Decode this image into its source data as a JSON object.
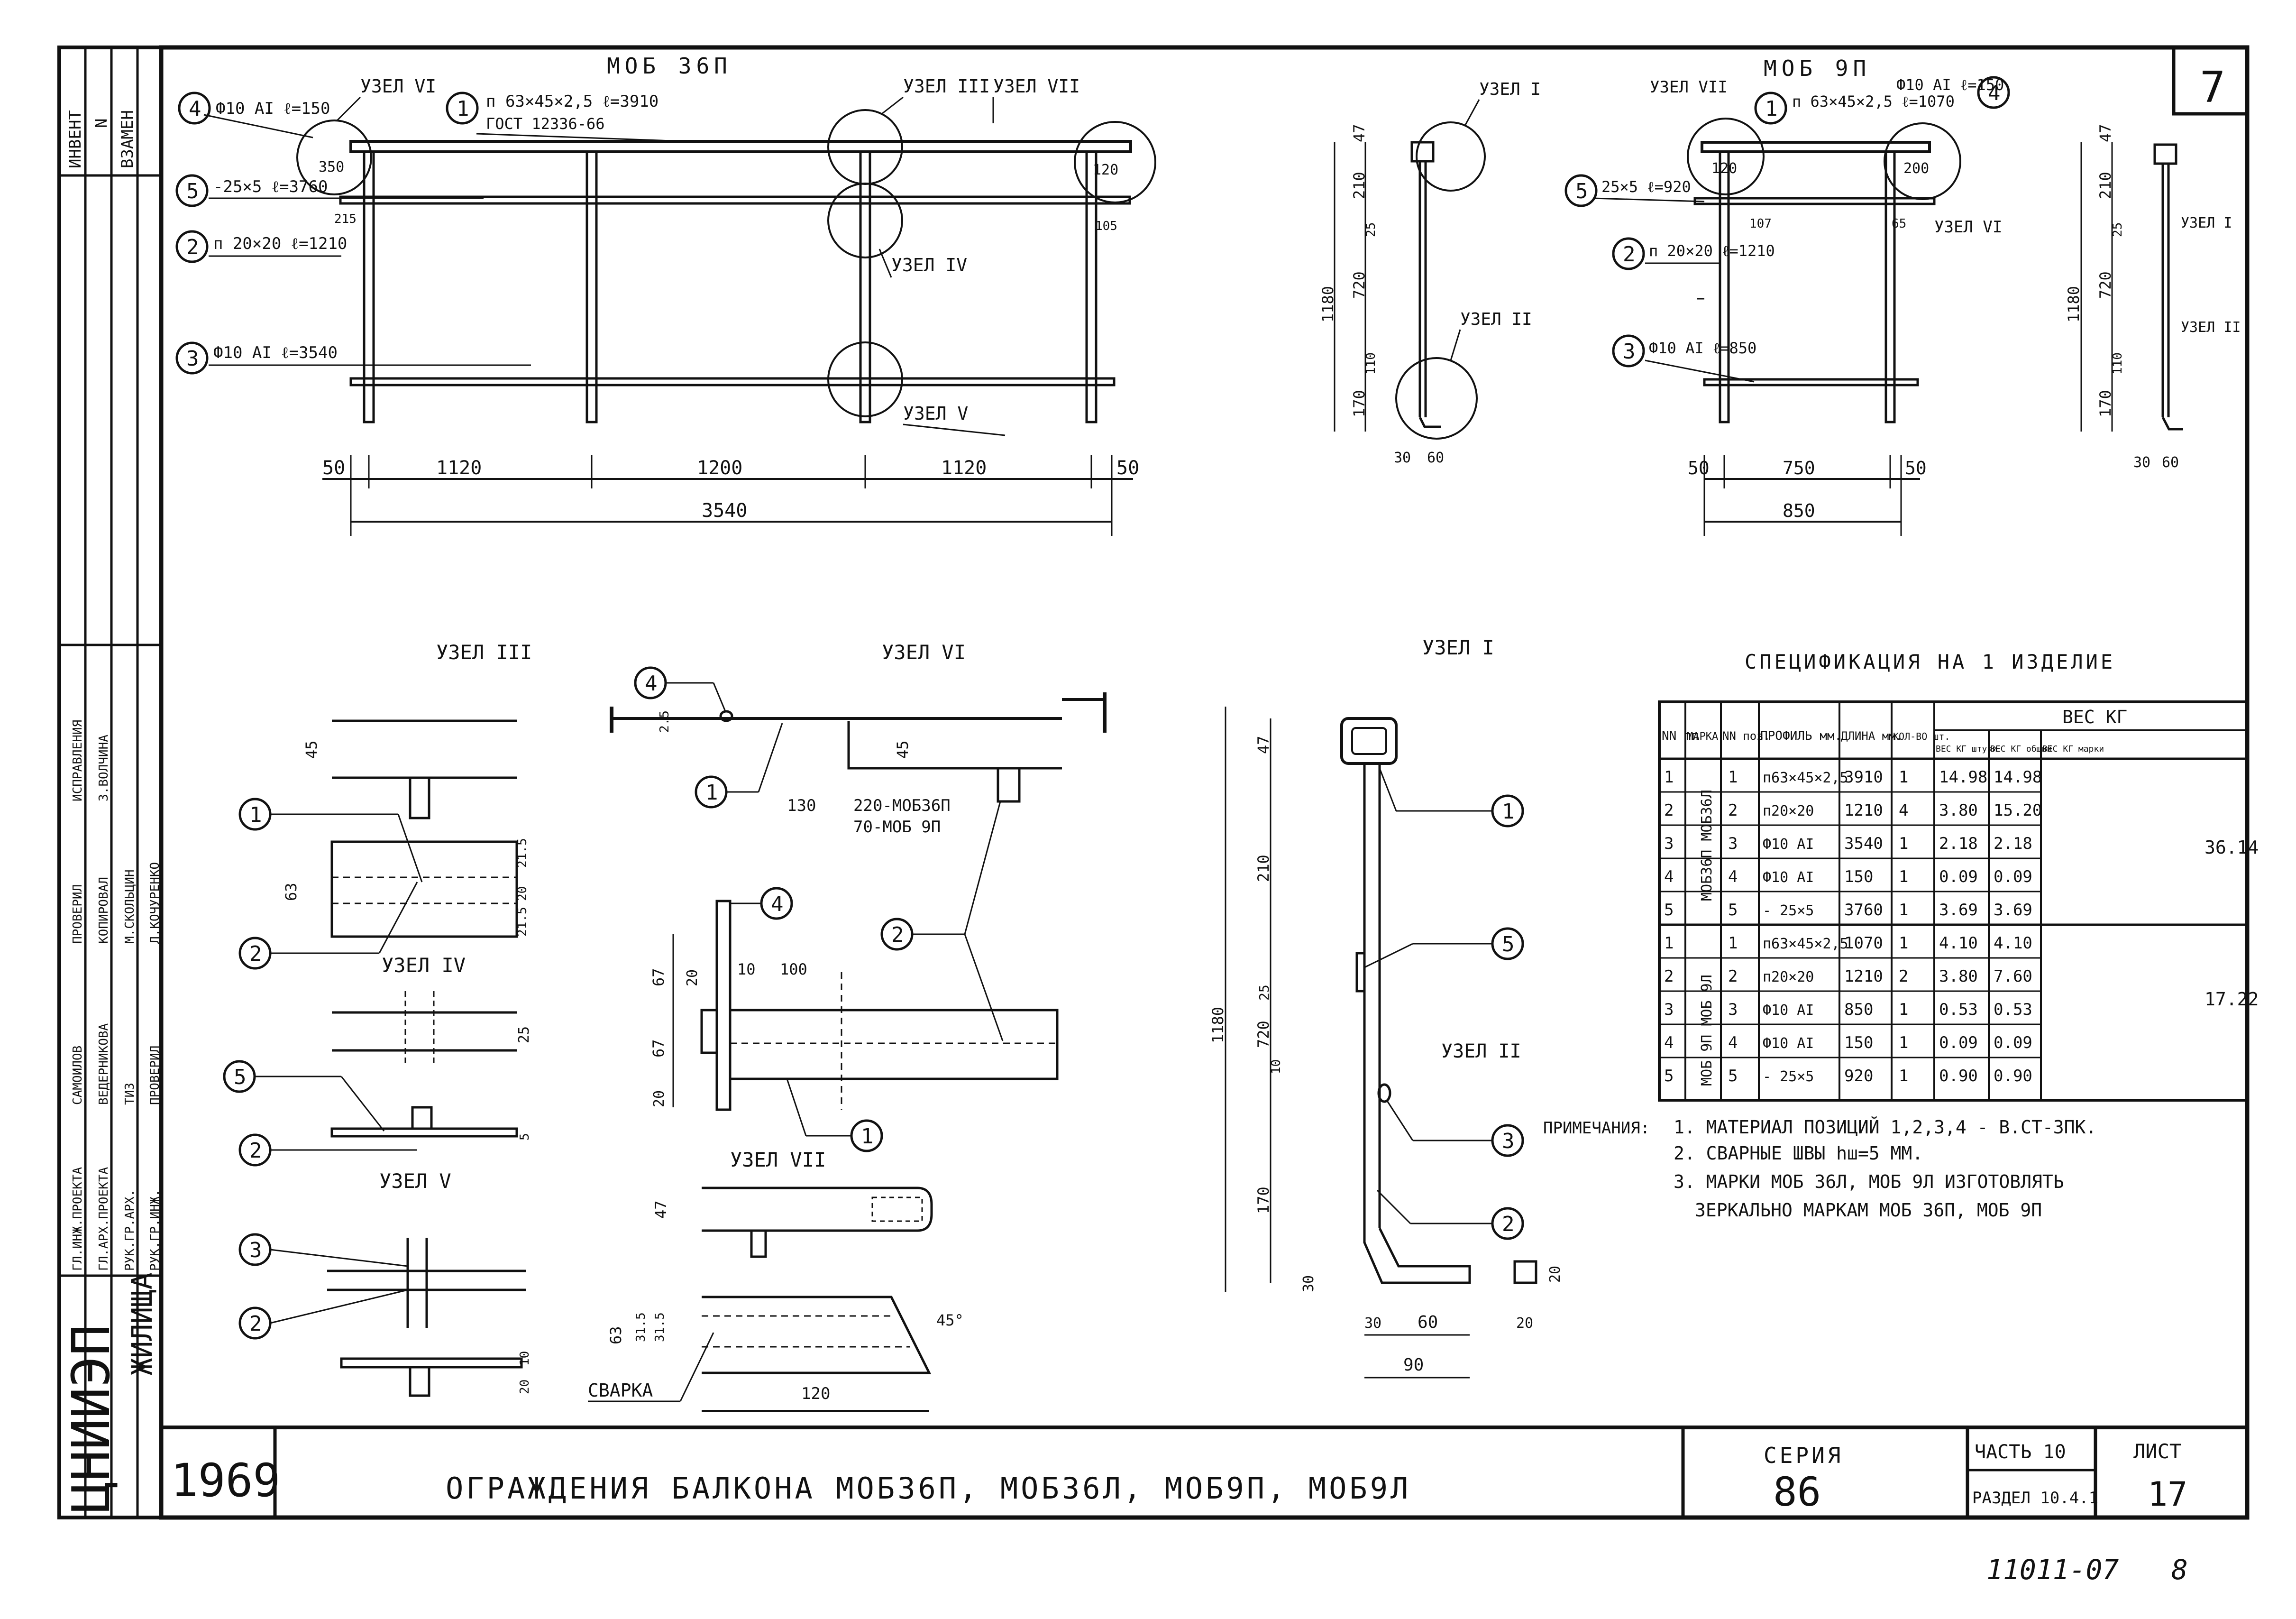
{
  "sheet": {
    "number": "7",
    "year": "1969",
    "title": "ОГРАЖДЕНИЯ  БАЛКОНА МОБ36П, МОБ36Л, МОБ9П, МОБ9Л",
    "series_label": "СЕРИЯ",
    "series_value": "86",
    "part_label": "ЧАСТЬ 10",
    "section_label": "РАЗДЕЛ 10.4.1",
    "list_label": "ЛИСТ",
    "list_value": "17",
    "drawing_code": "11011-07",
    "page_num": "8",
    "org": "ЦНИИЭП",
    "org_sub": "ЖИЛИЩА",
    "left_stamp": [
      "ИНВЕНТ",
      "N",
      "ВЗАМЕН"
    ]
  },
  "signatures": {
    "roles": [
      "ГЛ.ИНЖ.ПРОЕКТА",
      "ГЛ.АРХ.ПРОЕКТА",
      "РУК.ГР.АРХ.",
      "РУК.ГР.ИНЖ."
    ],
    "col2": [
      "САМОИЛОВ",
      "ВЕДЕРНИКОВА",
      "ТИЗ",
      "ПРОВЕРИЛ"
    ],
    "col3": [
      "ПРОВЕРИЛ",
      "КОПИРОВАЛ",
      "М.СКОЛЬЦИН",
      "Л.КОЧУРЕНКО"
    ],
    "col4": [
      "ИСПРАВЛЕНИЯ",
      "З.ВОЛЧИНА",
      "",
      ""
    ]
  },
  "views": {
    "mob36": {
      "title": "МОБ 36П",
      "rail_label": "п 63×45×2,5  ℓ=3910",
      "rail_gost": "ГОСТ 12336-66",
      "pos4_text": "Ф10 АI  ℓ=150",
      "pos5_text": "-25×5  ℓ=3760",
      "pos2_text": "п 20×20  ℓ=1210",
      "pos3_text": "Ф10 АI  ℓ=3540",
      "dim_350": "350",
      "dim_120": "120",
      "dim_215": "215",
      "dim_105": "105",
      "nodes": [
        "УЗЕЛ VI",
        "УЗЕЛ III",
        "УЗЕЛ VII",
        "УЗЕЛ IV",
        "УЗЕЛ V"
      ],
      "dims": [
        "50",
        "1120",
        "1200",
        "1120",
        "50"
      ],
      "overall": "3540"
    },
    "section36": {
      "nodes": [
        "УЗЕЛ I",
        "УЗЕЛ II"
      ],
      "dims": [
        "47",
        "210",
        "25",
        "720",
        "1180",
        "110",
        "170",
        "30",
        "60"
      ]
    },
    "mob9": {
      "title": "МОБ 9П",
      "rail_label": "п 63×45×2,5  ℓ=1070",
      "pos4_text": "Ф10 АI  ℓ=150",
      "pos5_text": "25×5  ℓ=920",
      "pos2_text": "п 20×20  ℓ=1210",
      "pos3_text": "Ф10 АI  ℓ=850",
      "dim_120": "120",
      "dim_200": "200",
      "dim_107": "107",
      "dim_65": "65",
      "nodes": [
        "УЗЕЛ VII",
        "УЗЕЛ VI"
      ],
      "dims": [
        "50",
        "750",
        "50"
      ],
      "overall": "850"
    },
    "section9": {
      "nodes": [
        "УЗЕЛ I",
        "УЗЕЛ II"
      ],
      "dims": [
        "47",
        "210",
        "25",
        "720",
        "1180",
        "110",
        "170",
        "30",
        "60"
      ]
    },
    "node3": {
      "title": "УЗЕЛ III",
      "dims": [
        "45",
        "63",
        "21.5",
        "20",
        "21.5"
      ]
    },
    "node4": {
      "title": "УЗЕЛ IV",
      "dims": [
        "25",
        "5"
      ]
    },
    "node5": {
      "title": "УЗЕЛ V",
      "dims": [
        "10",
        "20"
      ]
    },
    "node6": {
      "title": "УЗЕЛ VI",
      "dims": [
        "2.5",
        "45",
        "130",
        "220-МОБ36П",
        "70-МОБ 9П",
        "20",
        "10",
        "100",
        "67",
        "67",
        "20"
      ]
    },
    "node7": {
      "title": "УЗЕЛ VII",
      "dims": [
        "47",
        "63",
        "31.5",
        "31.5",
        "120",
        "45°"
      ],
      "weld": "СВАРКА"
    },
    "node1": {
      "title": "УЗЕЛ I",
      "node2": "УЗЕЛ II",
      "dims": [
        "47",
        "210",
        "1180",
        "720",
        "25",
        "10",
        "170",
        "30",
        "30",
        "60",
        "90",
        "20",
        "20"
      ]
    }
  },
  "spec": {
    "title": "СПЕЦИФИКАЦИЯ НА 1 ИЗДЕЛИЕ",
    "headers": [
      "NN пп",
      "МАРКА",
      "NN поз.",
      "ПРОФИЛЬ мм.",
      "ДЛИНА мм.",
      "КОЛ-ВО шт.",
      "ВЕС КГ штуки",
      "ВЕС КГ общий",
      "ВЕС КГ марки"
    ],
    "weight_group": "ВЕС КГ",
    "group1_mark": "МОБ36П МОБ36Л",
    "group1_total": "36.14",
    "group2_mark": "МОБ 9П МОБ 9Л",
    "group2_total": "17.22",
    "rows1": [
      [
        "1",
        "1",
        "п63×45×2,5",
        "3910",
        "1",
        "14.98",
        "14.98"
      ],
      [
        "2",
        "2",
        "п20×20",
        "1210",
        "4",
        "3.80",
        "15.20"
      ],
      [
        "3",
        "3",
        "Ф10 АI",
        "3540",
        "1",
        "2.18",
        "2.18"
      ],
      [
        "4",
        "4",
        "Ф10 АI",
        "150",
        "1",
        "0.09",
        "0.09"
      ],
      [
        "5",
        "5",
        "- 25×5",
        "3760",
        "1",
        "3.69",
        "3.69"
      ]
    ],
    "rows2": [
      [
        "1",
        "1",
        "п63×45×2,5",
        "1070",
        "1",
        "4.10",
        "4.10"
      ],
      [
        "2",
        "2",
        "п20×20",
        "1210",
        "2",
        "3.80",
        "7.60"
      ],
      [
        "3",
        "3",
        "Ф10 АI",
        "850",
        "1",
        "0.53",
        "0.53"
      ],
      [
        "4",
        "4",
        "Ф10 АI",
        "150",
        "1",
        "0.09",
        "0.09"
      ],
      [
        "5",
        "5",
        "- 25×5",
        "920",
        "1",
        "0.90",
        "0.90"
      ]
    ]
  },
  "notes": {
    "title": "ПРИМЕЧАНИЯ:",
    "items": [
      "1. МАТЕРИАЛ ПОЗИЦИЙ  1,2,3,4 - В.СТ-3ПК.",
      "2. СВАРНЫЕ ШВЫ hш=5 ММ.",
      "3. МАРКИ МОБ 36Л,  МОБ 9Л  ИЗГОТОВЛЯТЬ",
      "ЗЕРКАЛЬНО  МАРКАМ МОБ 36П, МОБ 9П"
    ]
  }
}
